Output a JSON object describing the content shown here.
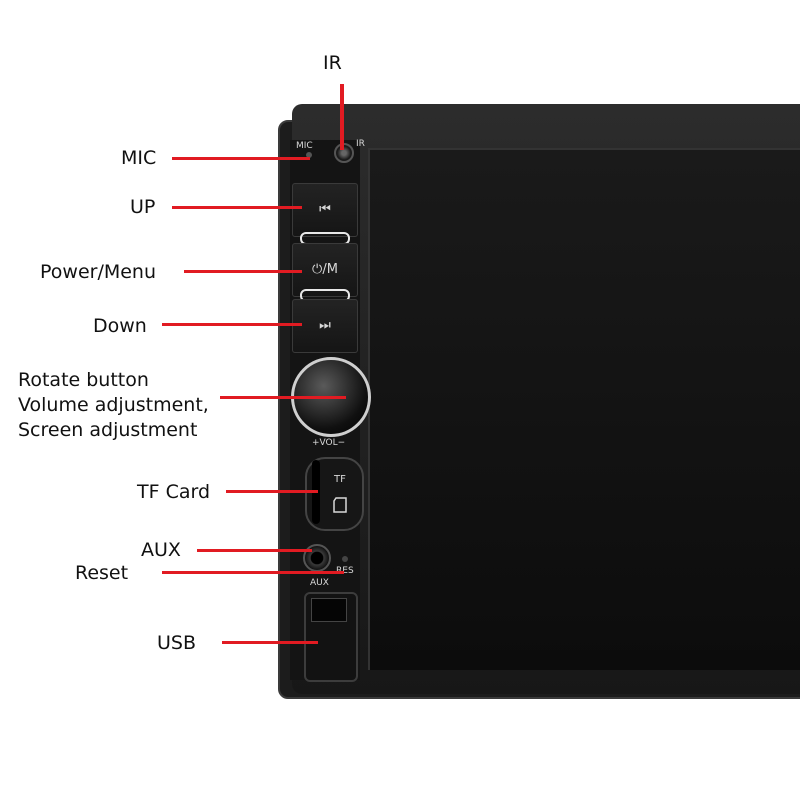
{
  "labels": {
    "ir": "IR",
    "mic": "MIC",
    "up": "UP",
    "power_menu": "Power/Menu",
    "down": "Down",
    "rotate_line1": "Rotate button",
    "rotate_line2": "Volume adjustment,",
    "rotate_line3": "Screen adjustment",
    "tf_card": "TF Card",
    "aux": "AUX",
    "reset": "Reset",
    "usb": "USB"
  },
  "device": {
    "mic_text": "MIC",
    "ir_text": "IR",
    "prev_icon_text": "⏮",
    "power_text": "⏻/M",
    "next_icon_text": "⏭",
    "vol_text": "+VOL−",
    "tf_text": "TF",
    "aux_text": "AUX",
    "res_text": "RES"
  },
  "colors": {
    "pointer_line": "#e11b22",
    "device_body": "#1c1c1c"
  }
}
